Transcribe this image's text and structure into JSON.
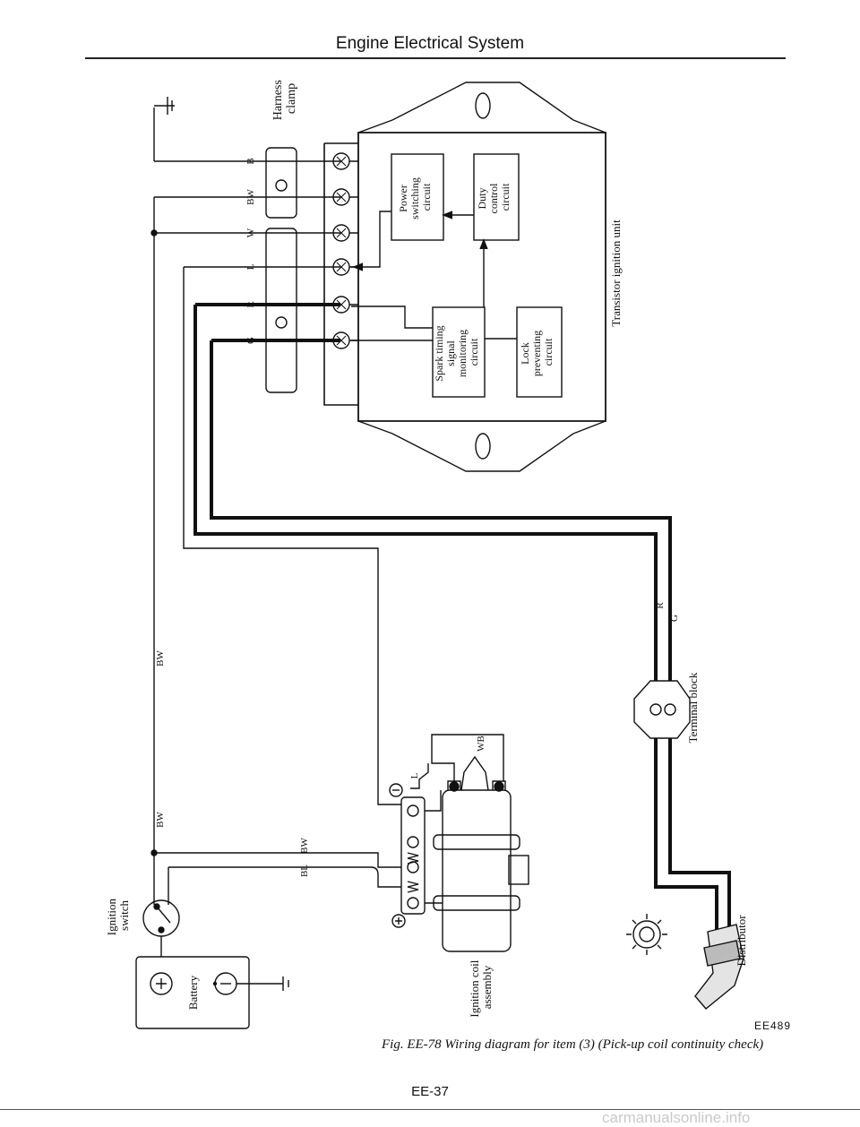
{
  "header": {
    "title": "Engine Electrical System"
  },
  "blocks": {
    "power": [
      "Power",
      "switching",
      "circuit"
    ],
    "duty": [
      "Duty",
      "control",
      "circuit"
    ],
    "spark": [
      "Spark timing",
      "signal",
      "monitoring",
      "circuit"
    ],
    "lock": [
      "Lock",
      "preventing",
      "circuit"
    ]
  },
  "labels": {
    "transistor_unit": "Transistor ignition unit",
    "harness_clamp": [
      "Harness",
      "clamp"
    ],
    "terminal_block": "Terminal block",
    "distributor": "Distributor",
    "ignition_coil": [
      "Ignition coil",
      "assembly"
    ],
    "ignition_switch": [
      "Ignition",
      "switch"
    ],
    "battery": "Battery",
    "plus_symbol": "+",
    "minus_symbol": "−"
  },
  "wire_codes": {
    "b": "B",
    "bw": "BW",
    "w": "W",
    "l": "L",
    "r": "R",
    "g": "G",
    "bw_upper": "BW",
    "bw_lower": "BW",
    "coil_bw": "BW",
    "coil_bl": "BL",
    "coil_l": "L",
    "coil_wb": "WB",
    "tb_r": "R",
    "tb_g": "G"
  },
  "caption": {
    "code": "EE489",
    "text": "Fig. EE-78  Wiring diagram for item (3) (Pick-up coil continuity check)"
  },
  "page_number": "EE-37",
  "watermark": "carmanualsonline.info"
}
